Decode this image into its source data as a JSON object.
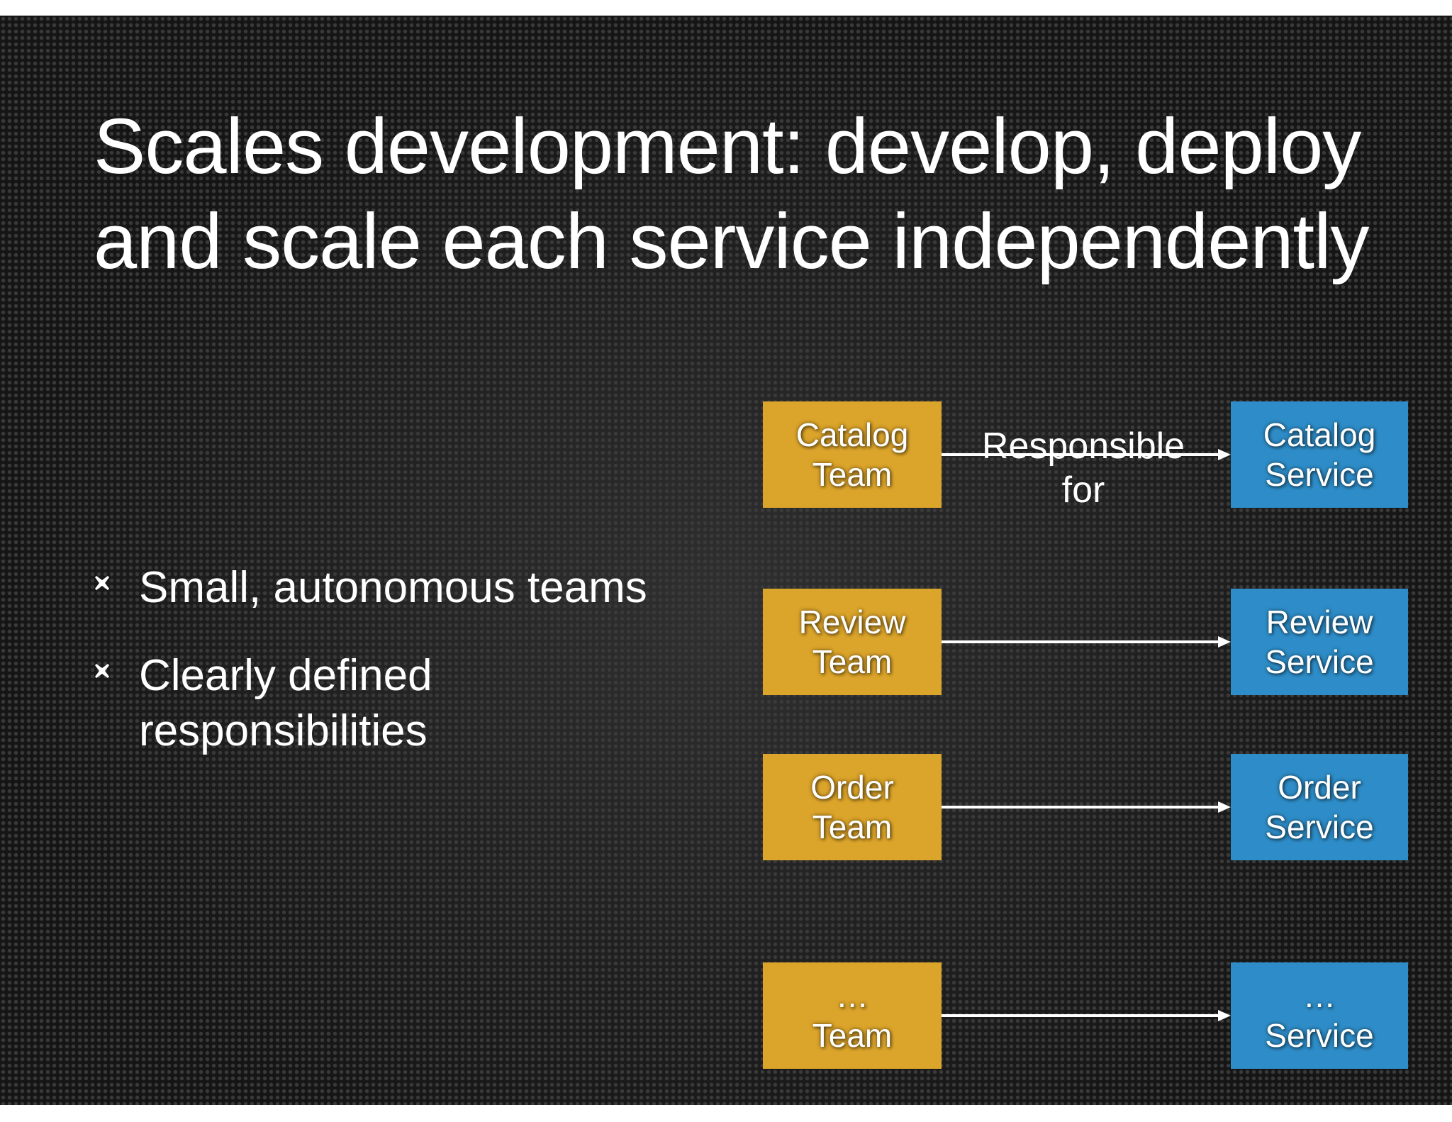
{
  "slide": {
    "title_line1": "Scales development: develop, deploy",
    "title_line2": "and scale each service independently",
    "bullets": [
      {
        "line1": "Small, autonomous teams",
        "line2": ""
      },
      {
        "line1": "Clearly defined",
        "line2": "responsibilities"
      }
    ]
  },
  "diagram": {
    "relation_label_line1": "Responsible",
    "relation_label_line2": "for",
    "rows": [
      {
        "team_line1": "Catalog",
        "team_line2": "Team",
        "service_line1": "Catalog",
        "service_line2": "Service"
      },
      {
        "team_line1": "Review",
        "team_line2": "Team",
        "service_line1": "Review",
        "service_line2": "Service"
      },
      {
        "team_line1": "Order",
        "team_line2": "Team",
        "service_line1": "Order",
        "service_line2": "Service"
      },
      {
        "team_line1": "…",
        "team_line2": "Team",
        "service_line1": "…",
        "service_line2": "Service"
      }
    ]
  },
  "colors": {
    "team_box": "#dba42a",
    "service_box": "#2e8dc8",
    "background": "#151515",
    "text": "#ffffff"
  }
}
